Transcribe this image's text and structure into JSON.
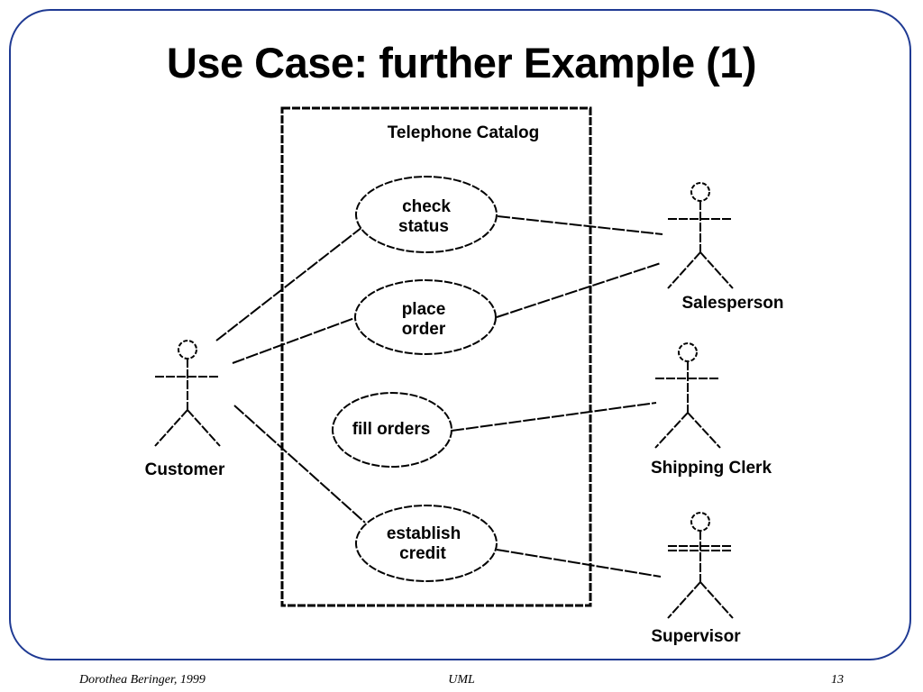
{
  "slide": {
    "title": "Use Case: further Example (1)"
  },
  "diagram": {
    "system_boundary": "Telephone Catalog",
    "use_cases": {
      "check_status": [
        "check",
        "status"
      ],
      "place_order": [
        "place",
        "order"
      ],
      "fill_orders": [
        "fill orders"
      ],
      "establish_credit": [
        "establish",
        "credit"
      ]
    },
    "actors": {
      "customer": "Customer",
      "salesperson": "Salesperson",
      "shipping_clerk": "Shipping Clerk",
      "supervisor": "Supervisor"
    }
  },
  "footer": {
    "author": "Dorothea Beringer, 1999",
    "topic": "UML",
    "page": "13"
  }
}
